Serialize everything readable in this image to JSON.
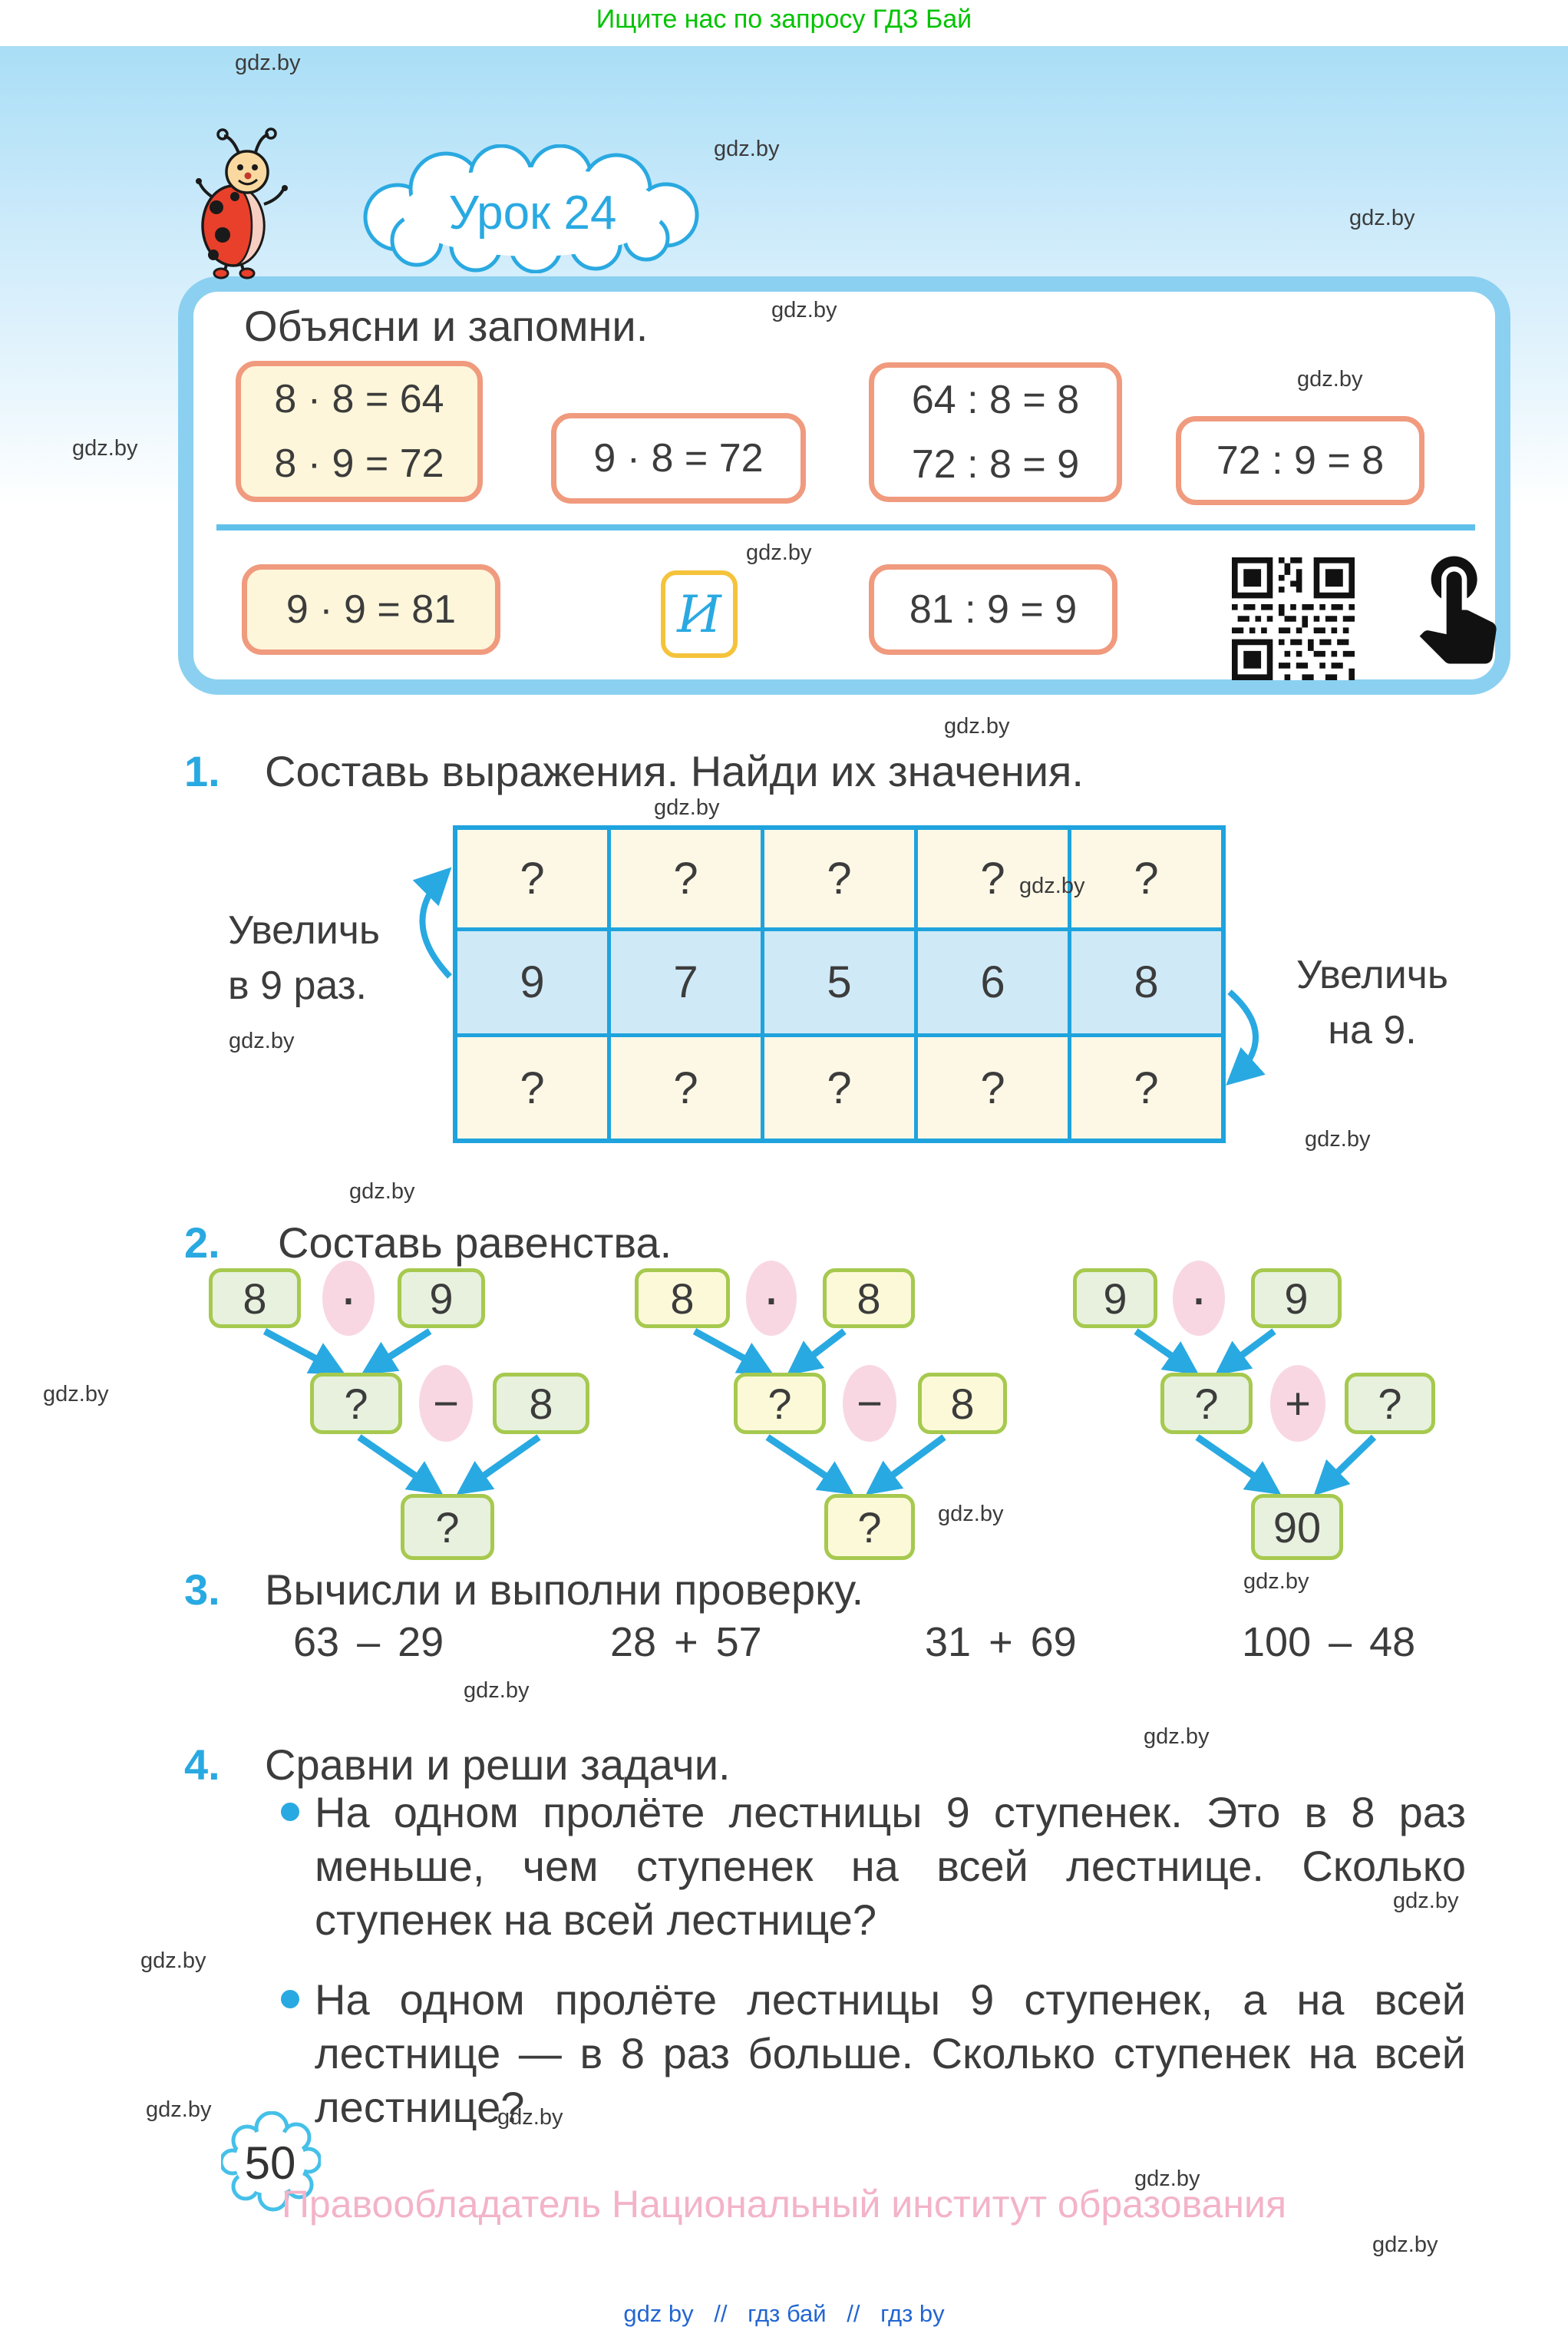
{
  "page": {
    "top_banner": "Ищите нас по запросу ГДЗ Бай",
    "watermark": "gdz.by",
    "lesson_badge": "Урок 24",
    "page_number": "50",
    "copyright": "Правообладатель Национальный институт образования",
    "footer_sep": "//",
    "footer_links": [
      "gdz by",
      "гдз бай",
      "гдз by"
    ]
  },
  "memo": {
    "title": "Объясни и запомни.",
    "box1_line1": "8 · 8 = 64",
    "box1_line2": "8 · 9 = 72",
    "box2": "9 · 8 = 72",
    "box3_line1": "64 : 8 = 8",
    "box3_line2": "72 : 8 = 9",
    "box4": "72 : 9 = 8",
    "box5": "9 · 9 = 81",
    "letter_icon": "И",
    "box6": "81 : 9 = 9"
  },
  "ex1": {
    "number": "1.",
    "title": "Составь выражения. Найди их значения.",
    "left_label_line1": "Увеличь",
    "left_label_line2": "в 9 раз.",
    "right_label_line1": "Увеличь",
    "right_label_line2": "на 9.",
    "table": {
      "top": [
        "?",
        "?",
        "?",
        "?",
        "?"
      ],
      "middle": [
        "9",
        "7",
        "5",
        "6",
        "8"
      ],
      "bottom": [
        "?",
        "?",
        "?",
        "?",
        "?"
      ]
    }
  },
  "ex2": {
    "number": "2.",
    "title": "Составь равенства.",
    "diagrams": [
      {
        "a": "8",
        "op1": "·",
        "b": "9",
        "c": "?",
        "op2": "−",
        "d": "8",
        "e": "?"
      },
      {
        "a": "8",
        "op1": "·",
        "b": "8",
        "c": "?",
        "op2": "−",
        "d": "8",
        "e": "?"
      },
      {
        "a": "9",
        "op1": "·",
        "b": "9",
        "c": "?",
        "op2": "+",
        "d": "?",
        "e": "90"
      }
    ]
  },
  "ex3": {
    "number": "3.",
    "title": "Вычисли и выполни проверку.",
    "expressions": [
      "63 – 29",
      "28 + 57",
      "31 + 69",
      "100 – 48"
    ]
  },
  "ex4": {
    "number": "4.",
    "title": "Сравни и реши задачи.",
    "tasks": [
      "На одном пролёте лестницы 9 ступенек. Это в 8 раз меньше, чем ступенек на всей лестнице. Сколько ступенек на всей лестнице?",
      "На одном пролёте лестницы 9 ступенек, а на всей лестнице — в 8 раз больше. Сколько ступенек на всей лестнице?"
    ]
  }
}
